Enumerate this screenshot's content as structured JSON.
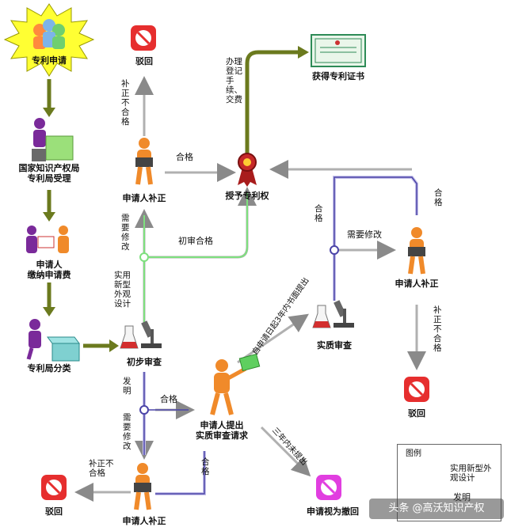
{
  "nodes": {
    "patent_app": "专利申请",
    "received": "国家知识产权局\n专利局受理",
    "fee": "申请人\n缴纳申请费",
    "classify": "专利局分类",
    "prelim": "初步审查",
    "supplement_top": "申请人补正",
    "supplement_right": "申请人补正",
    "supplement_bottom": "申请人补正",
    "reject_top": "驳回",
    "reject_right": "驳回",
    "reject_bottom": "驳回",
    "grant": "授予专利权",
    "certificate": "获得专利证书",
    "substantive_req": "申请人提出\n实质审查请求",
    "substantive": "实质审查",
    "withdrawn": "申请视为撤回"
  },
  "edges": {
    "correct_fail_top": "补正不合格",
    "pass_top": "合格",
    "register": "办理登记手续、交费",
    "need_modify_left": "需要修改",
    "prelim_pass": "初审合格",
    "utility_design": "实用新型外观设计",
    "pass_right": "合格",
    "pass_far_right": "合格",
    "need_modify_right": "需要修改",
    "correct_fail_right": "补正不合格",
    "invention": "发明",
    "pass_mid": "合格",
    "need_modify_bottom": "需要修改",
    "correct_fail_bottom": "补正不合格",
    "pass_bottom": "合格",
    "within_3y": "自申请日起3年内书面提出",
    "not_within_3y": "三年内未提出"
  },
  "legend": {
    "title": "图例",
    "utility": "实用新型外观设计",
    "invention": "发明"
  },
  "watermark": "头条 @高沃知识产权",
  "colors": {
    "olive": "#6b7a1e",
    "gray": "#9a9a9a",
    "green": "#7ee07e",
    "purple": "#4b44a8",
    "lavender": "#c5c1ea"
  }
}
